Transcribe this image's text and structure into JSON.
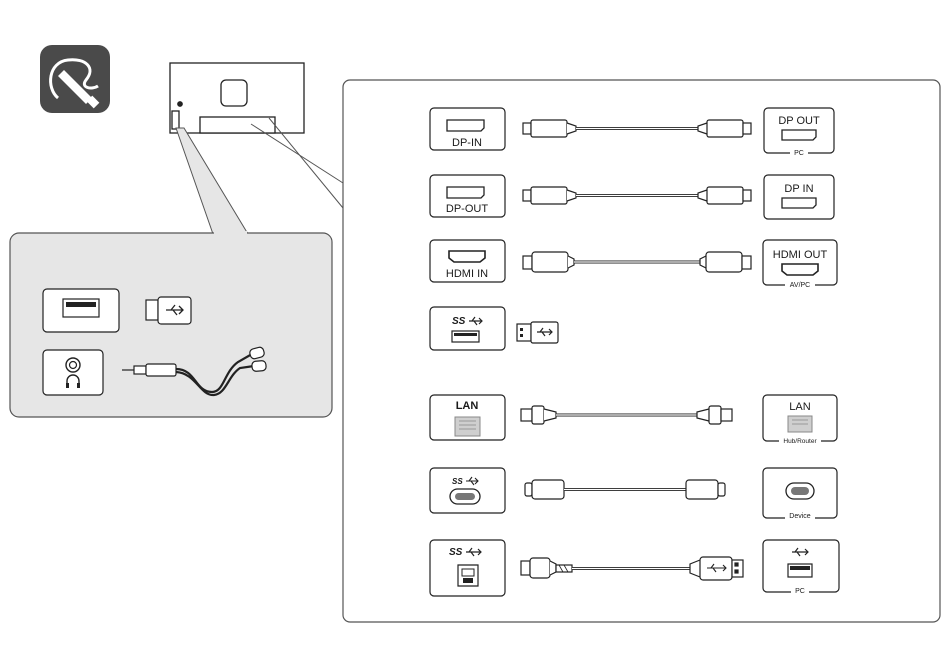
{
  "ports": {
    "dp_in": "DP-IN",
    "dp_out": "DP-OUT",
    "hdmi_in": "HDMI IN",
    "lan": "LAN",
    "ss": "SS"
  },
  "devices": {
    "dp_out": "DP OUT",
    "dp_out_sub": "PC",
    "dp_in": "DP IN",
    "hdmi_out": "HDMI OUT",
    "hdmi_out_sub": "AV/PC",
    "lan": "LAN",
    "lan_sub": "Hub/Router",
    "typec_sub": "Device",
    "usb_pc_sub": "PC"
  },
  "colors": {
    "line": "#222222",
    "panel_border": "#555555",
    "icon_bg": "#4a4a4a",
    "zoom_fill": "#e6e6e6",
    "usb_fill": "#e9e9e9"
  }
}
